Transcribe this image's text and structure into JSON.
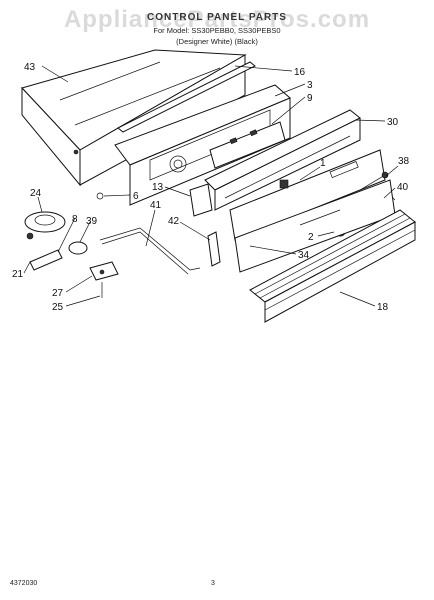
{
  "header": {
    "watermark": "AppliancePartsPros.com",
    "title": "CONTROL PANEL PARTS",
    "models": "For Model: SS30PEBB0, SS30PEBS0",
    "note": "(Designer White) (Black)"
  },
  "footer": {
    "part_code": "4372030",
    "page_number": "3"
  },
  "callouts": [
    "43",
    "16",
    "3",
    "9",
    "30",
    "1",
    "38",
    "40",
    "13",
    "6",
    "24",
    "8",
    "39",
    "41",
    "42",
    "2",
    "34",
    "21",
    "27",
    "25",
    "18"
  ]
}
